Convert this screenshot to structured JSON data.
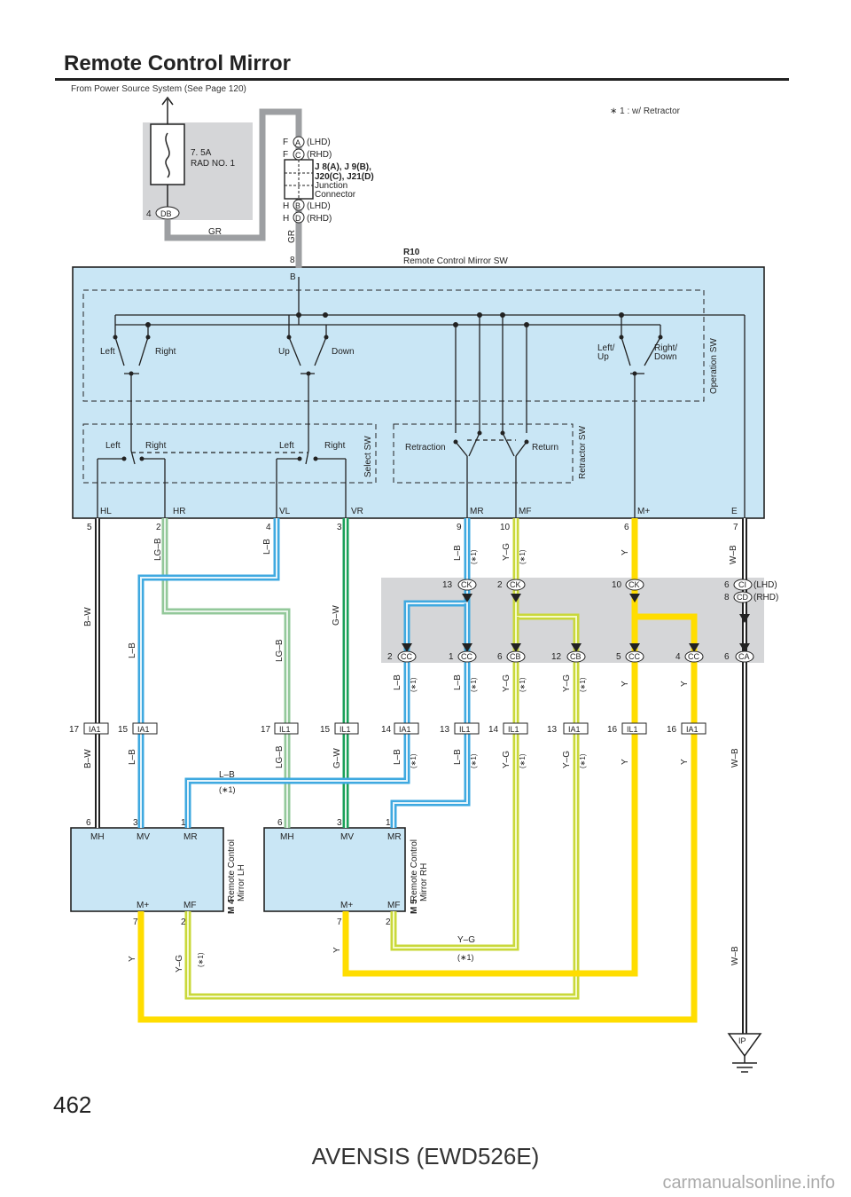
{
  "page": {
    "title": "Remote Control Mirror",
    "subtitle": "From Power Source System (See Page 120)",
    "note": "∗ 1 : w/ Retractor",
    "page_number": "462",
    "model": "AVENSIS (EWD526E)",
    "watermark": "carmanualsonline.info"
  },
  "fuse": {
    "rating": "7. 5A",
    "name": "RAD NO. 1",
    "pin": "4",
    "connector": "DB",
    "wire": "GR"
  },
  "junction": {
    "pin_top": "F",
    "conn_a": "A",
    "conn_a_note": "(LHD)",
    "conn_c": "C",
    "conn_c_note": "(RHD)",
    "ids": "J 8(A), J 9(B),",
    "ids2": "J20(C), J21(D)",
    "desc1": "Junction",
    "desc2": "Connector",
    "pin_bottom": "H",
    "conn_b": "B",
    "conn_b_note": "(LHD)",
    "conn_d": "D",
    "conn_d_note": "(RHD)",
    "wire": "GR"
  },
  "switch": {
    "code": "R10",
    "name": "Remote Control Mirror SW",
    "in_pin": "8",
    "in_term": "B",
    "operation_label": "Operation SW",
    "select_label": "Select SW",
    "retractor_label": "Retractor SW",
    "left": "Left",
    "right": "Right",
    "up": "Up",
    "down": "Down",
    "left_up_1": "Left/",
    "left_up_2": "Up",
    "right_down_1": "Right/",
    "right_down_2": "Down",
    "retraction": "Retraction",
    "return": "Return",
    "terminals": [
      {
        "name": "HL",
        "pin": "5",
        "wire": "B–W"
      },
      {
        "name": "HR",
        "pin": "2",
        "wire": "LG–B"
      },
      {
        "name": "VL",
        "pin": "4",
        "wire": "L–B"
      },
      {
        "name": "VR",
        "pin": "3",
        "wire": "G–W"
      },
      {
        "name": "MR",
        "pin": "9",
        "wire": "L–B",
        "star": "(∗1)"
      },
      {
        "name": "MF",
        "pin": "10",
        "wire": "Y–G",
        "star": "(∗1)"
      },
      {
        "name": "M+",
        "pin": "6",
        "wire": "Y"
      },
      {
        "name": "E",
        "pin": "7",
        "wire": "W–B"
      }
    ]
  },
  "junction_block": {
    "top": [
      {
        "pin": "13",
        "conn": "CK"
      },
      {
        "pin": "2",
        "conn": "CK"
      },
      {
        "pin": "10",
        "conn": "CK"
      },
      {
        "pin": "6",
        "conn": "CI",
        "note": "(LHD)"
      },
      {
        "pin": "8",
        "conn": "CD",
        "note": "(RHD)"
      }
    ],
    "bottom": [
      {
        "pin": "2",
        "conn": "CC"
      },
      {
        "pin": "1",
        "conn": "CC"
      },
      {
        "pin": "6",
        "conn": "CB"
      },
      {
        "pin": "12",
        "conn": "CB"
      },
      {
        "pin": "5",
        "conn": "CC"
      },
      {
        "pin": "4",
        "conn": "CC"
      },
      {
        "pin": "6",
        "conn": "CA"
      }
    ]
  },
  "mid_wires": [
    {
      "wire": "B–W"
    },
    {
      "wire": "L–B"
    },
    {
      "wire": "LG–B"
    },
    {
      "wire": "G–W"
    },
    {
      "wire": "L–B",
      "star": "(∗1)"
    },
    {
      "wire": "L–B",
      "star": "(∗1)"
    },
    {
      "wire": "Y–G",
      "star": "(∗1)"
    },
    {
      "wire": "Y–G",
      "star": "(∗1)"
    },
    {
      "wire": "Y"
    },
    {
      "wire": "Y"
    }
  ],
  "inline_connectors": [
    {
      "pin": "17",
      "conn": "IA1",
      "wire": "B–W"
    },
    {
      "pin": "15",
      "conn": "IA1",
      "wire": "L–B"
    },
    {
      "pin": "17",
      "conn": "IL1",
      "wire": "LG–B"
    },
    {
      "pin": "15",
      "conn": "IL1",
      "wire": "G–W"
    },
    {
      "pin": "14",
      "conn": "IA1",
      "wire": "L–B",
      "star": "(∗1)"
    },
    {
      "pin": "13",
      "conn": "IL1",
      "wire": "L–B",
      "star": "(∗1)"
    },
    {
      "pin": "14",
      "conn": "IL1",
      "wire": "Y–G",
      "star": "(∗1)"
    },
    {
      "pin": "13",
      "conn": "IA1",
      "wire": "Y–G",
      "star": "(∗1)"
    },
    {
      "pin": "16",
      "conn": "IL1",
      "wire": "Y"
    },
    {
      "pin": "16",
      "conn": "IA1",
      "wire": "Y"
    }
  ],
  "mirror_lh": {
    "code": "M 4",
    "name1": "Remote Control",
    "name2": "Mirror LH",
    "terms_top": [
      {
        "name": "MH",
        "pin": "6"
      },
      {
        "name": "MV",
        "pin": "3"
      },
      {
        "name": "MR",
        "pin": "1"
      }
    ],
    "terms_bottom": [
      {
        "name": "M+",
        "pin": "7",
        "wire": "Y"
      },
      {
        "name": "MF",
        "pin": "2",
        "wire": "Y–G",
        "star": "(∗1)"
      }
    ],
    "cross_wire": "L–B",
    "cross_star": "(∗1)"
  },
  "mirror_rh": {
    "code": "M 5",
    "name1": "Remote Control",
    "name2": "Mirror RH",
    "terms_top": [
      {
        "name": "MH",
        "pin": "6"
      },
      {
        "name": "MV",
        "pin": "3"
      },
      {
        "name": "MR",
        "pin": "1"
      }
    ],
    "terms_bottom": [
      {
        "name": "M+",
        "pin": "7",
        "wire": "Y"
      },
      {
        "name": "MF",
        "pin": "2"
      }
    ],
    "mf_wire": "Y–G",
    "mf_star": "(∗1)"
  },
  "ground": {
    "wire1": "W–B",
    "wire2": "W–B",
    "label": "IP"
  },
  "colors": {
    "module_fill": "#c9e6f5",
    "junction_fill": "#d5d6d8",
    "gray_wire": "#9d9fa2",
    "blue_wire": "#3fa9e0",
    "green_wire": "#1aa15a",
    "lightgreen_wire": "#93c89a",
    "yellow_wire": "#ffdd00",
    "black_wire": "#222222"
  }
}
